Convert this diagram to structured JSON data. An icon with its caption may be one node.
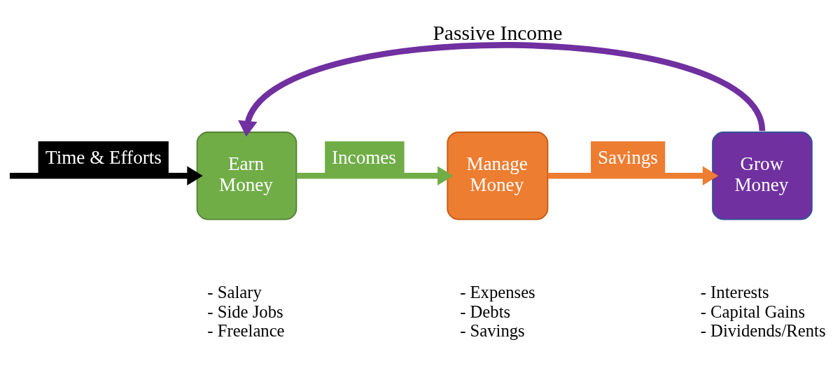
{
  "diagram": {
    "nodes": [
      {
        "text": [
          "Earn Money"
        ],
        "beside": [
          "- Salary",
          "- Side Jobs",
          "- Freelance"
        ]
      },
      {
        "text": [
          "Manage Money"
        ],
        "beside": [
          "- Expenses",
          "- Debts",
          "- Savings"
        ]
      },
      {
        "text": [
          "Grow Money"
        ],
        "beside": [
          "- Interests",
          "- Capital Gains",
          "- Dividends/Rents"
        ]
      }
    ],
    "edges": [
      {
        "from": null,
        "to": 0,
        "arrow": "to",
        "label": "Time & Efforts",
        "color": "#000000"
      },
      {
        "from": 0,
        "to": 1,
        "arrow": "to",
        "label": "Incomes",
        "color": "#70ad47"
      },
      {
        "from": 1,
        "to": 2,
        "arrow": "to",
        "label": "Savings",
        "color": "#ed7d31"
      },
      {
        "from": 2,
        "to": 0,
        "arrow": "to",
        "label": "Passive Income",
        "color": "#7030a0"
      }
    ]
  }
}
